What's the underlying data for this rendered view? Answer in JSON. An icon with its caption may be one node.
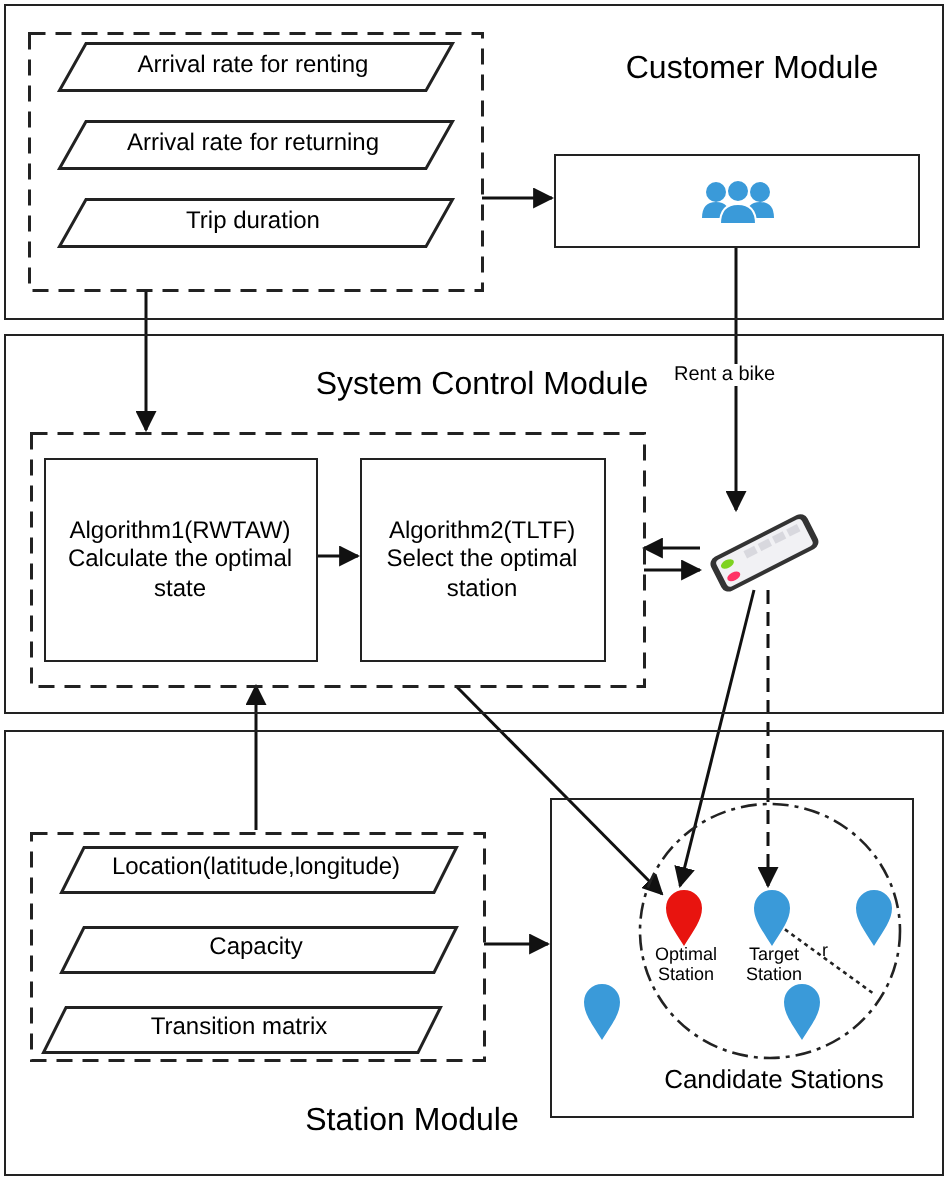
{
  "diagram": {
    "nodes": [
      {
        "text": [
          "Customer Module"
        ]
      },
      {
        "text": [],
        "shape": "box",
        "in": 0
      },
      {
        "text": [
          "Arrival rate for renting"
        ],
        "in": 1
      },
      {
        "text": [
          "Arrival rate for returning"
        ],
        "in": 1
      },
      {
        "text": [
          "Trip duration"
        ],
        "in": 1
      },
      {
        "text": [],
        "shape": "box",
        "in": 0
      },
      {
        "text": [
          "System Control Module"
        ]
      },
      {
        "text": [],
        "shape": "box",
        "in": 6
      },
      {
        "text": [
          "Algorithm1(RWTAW)",
          "Calculate the optimal state"
        ],
        "in": 7
      },
      {
        "text": [
          "Algorithm2(TLTF)",
          "Select the optimal station"
        ],
        "in": 7
      },
      {
        "text": [],
        "shape": "picture",
        "in": 6
      },
      {
        "text": [
          "Station Module"
        ]
      },
      {
        "text": [],
        "shape": "box",
        "in": 11
      },
      {
        "text": [
          "Location(latitude,longitude)"
        ],
        "in": 12
      },
      {
        "text": [
          "Capacity"
        ],
        "in": 12
      },
      {
        "text": [
          "Transition matrix"
        ],
        "in": 12
      },
      {
        "text": [
          "Candidate Stations"
        ],
        "in": 11
      },
      {
        "text": [],
        "shape": "circle",
        "in": 16
      },
      {
        "text": [],
        "shape": "pin",
        "in": 17,
        "beside": [
          "Optimal Station"
        ]
      },
      {
        "text": [],
        "shape": "pin",
        "in": 17,
        "beside": [
          "Target Station"
        ]
      },
      {
        "text": [],
        "shape": "pin",
        "in": 16
      },
      {
        "text": [],
        "shape": "pin",
        "in": 17
      },
      {
        "text": [],
        "shape": "pin",
        "in": 17
      }
    ],
    "edges": [
      {
        "from": 1,
        "to": 5,
        "arrow": "to"
      },
      {
        "from": 1,
        "to": 7,
        "arrow": "to"
      },
      {
        "from": 5,
        "to": 10,
        "arrow": "to",
        "label": "Rent a bike"
      },
      {
        "from": 8,
        "to": 9,
        "arrow": "to"
      },
      {
        "from": 10,
        "to": 7,
        "arrow": "to"
      },
      {
        "from": 7,
        "to": 10,
        "arrow": "to"
      },
      {
        "from": 12,
        "to": 7,
        "arrow": "to"
      },
      {
        "from": 12,
        "to": 16,
        "arrow": "to"
      },
      {
        "from": 7,
        "to": 18,
        "arrow": "to"
      },
      {
        "from": 10,
        "to": 18,
        "arrow": "to"
      },
      {
        "from": 10,
        "to": 19,
        "arrow": "to",
        "style": "dashed"
      }
    ],
    "labels": [
      "r"
    ]
  }
}
